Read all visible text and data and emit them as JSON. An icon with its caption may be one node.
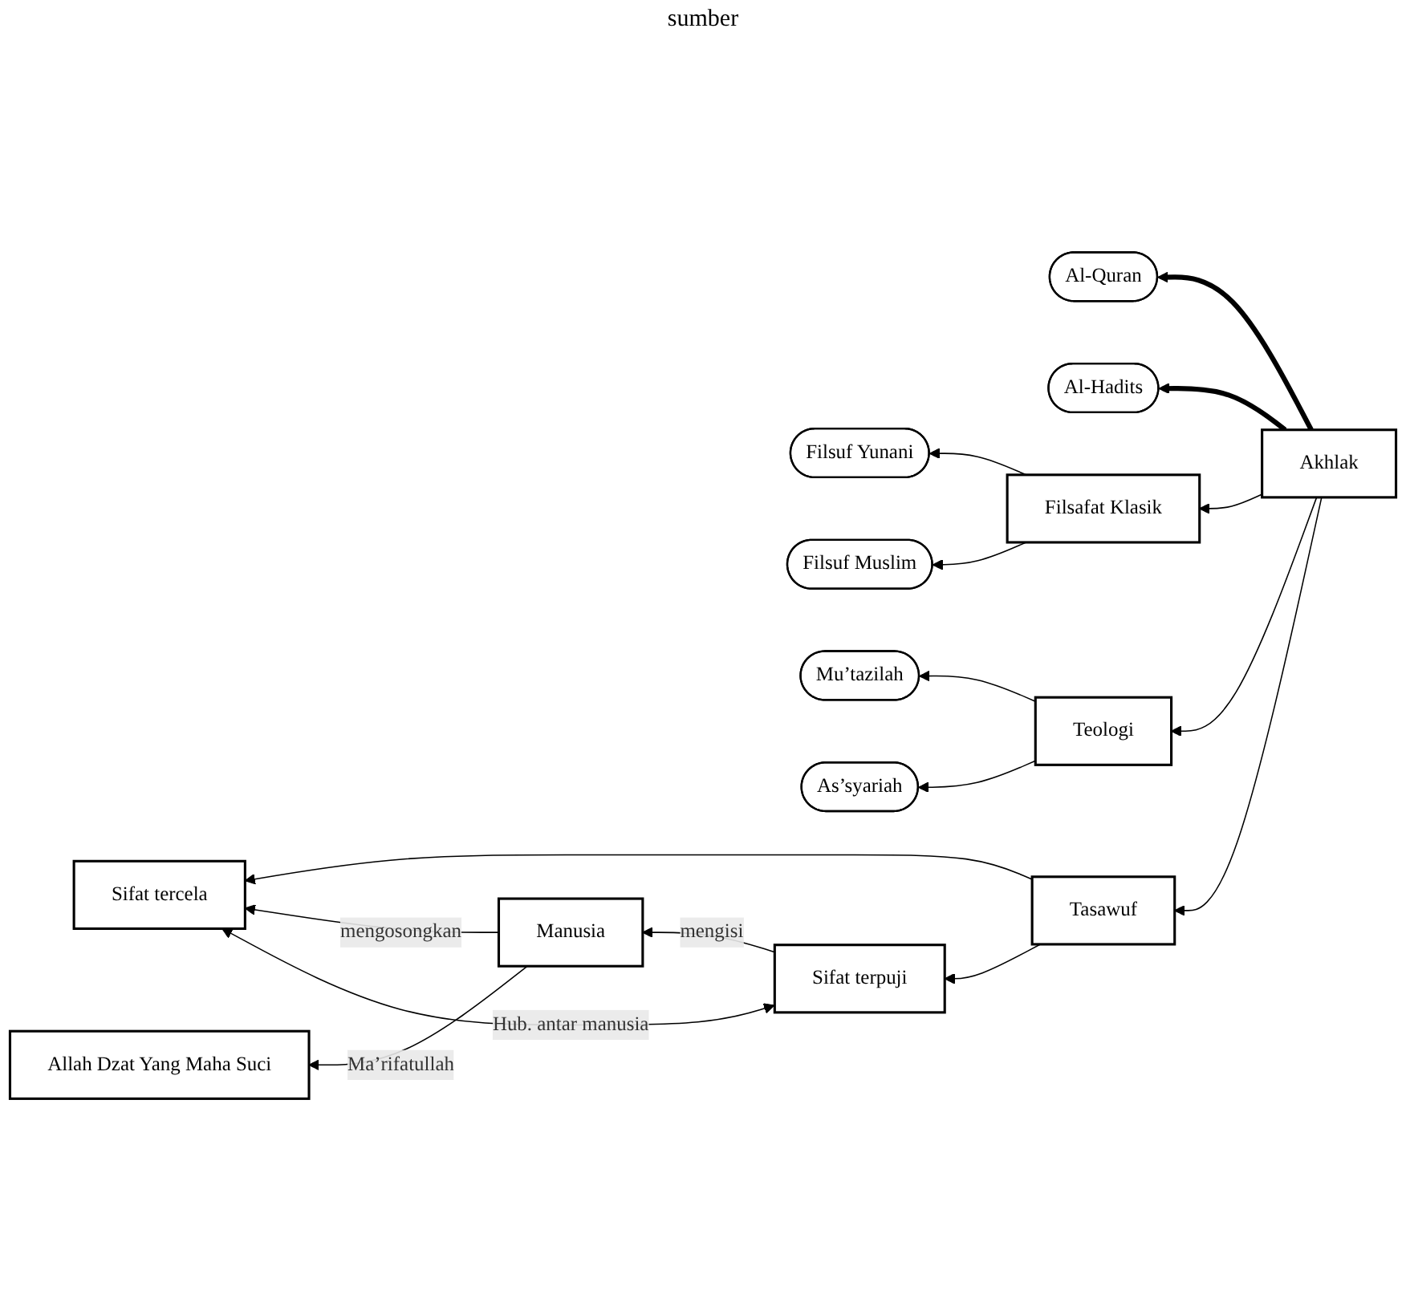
{
  "diagram": {
    "nodes": [
      {
        "text": [
          "Al-Quran"
        ]
      },
      {
        "text": [
          "Al-Hadits"
        ]
      },
      {
        "text": [
          "Akhlak"
        ]
      },
      {
        "text": [
          "Filsuf Yunani"
        ]
      },
      {
        "text": [
          "Filsafat Klasik"
        ]
      },
      {
        "text": [
          "Filsuf Muslim"
        ]
      },
      {
        "text": [
          "Mu’tazilah"
        ]
      },
      {
        "text": [
          "Teologi"
        ]
      },
      {
        "text": [
          "As’syariah"
        ]
      },
      {
        "text": [
          "Tasawuf"
        ]
      },
      {
        "text": [
          "Allah Dzat Yang Maha Suci"
        ]
      },
      {
        "text": [
          "Manusia"
        ]
      },
      {
        "text": [
          "Sifat terpuji"
        ]
      },
      {
        "text": [
          "Sifat tercela"
        ]
      }
    ],
    "edges": [
      {
        "from": 2,
        "to": 0,
        "arrow": "to",
        "style": "thick"
      },
      {
        "from": 2,
        "to": 1,
        "arrow": "to",
        "style": "thick"
      },
      {
        "from": 2,
        "to": 4,
        "arrow": "to"
      },
      {
        "from": 2,
        "to": 7,
        "arrow": "to"
      },
      {
        "from": 2,
        "to": 9,
        "arrow": "to"
      },
      {
        "from": 4,
        "to": 3,
        "arrow": "to"
      },
      {
        "from": 4,
        "to": 5,
        "arrow": "to"
      },
      {
        "from": 7,
        "to": 6,
        "arrow": "to"
      },
      {
        "from": 7,
        "to": 8,
        "arrow": "to"
      },
      {
        "from": 9,
        "to": 12,
        "arrow": "to"
      },
      {
        "from": 9,
        "to": 13,
        "arrow": "to"
      },
      {
        "from": 12,
        "to": 11,
        "arrow": "to",
        "label": "mengisi"
      },
      {
        "from": 11,
        "to": 13,
        "arrow": "to",
        "label": "mengosongkan"
      },
      {
        "from": 11,
        "to": 10,
        "arrow": "to",
        "label": "Ma’rifatullah"
      },
      {
        "from": 12,
        "to": 13,
        "arrow": "both",
        "label": "Hub. antar manusia"
      }
    ],
    "labels": [
      "sumber"
    ]
  }
}
